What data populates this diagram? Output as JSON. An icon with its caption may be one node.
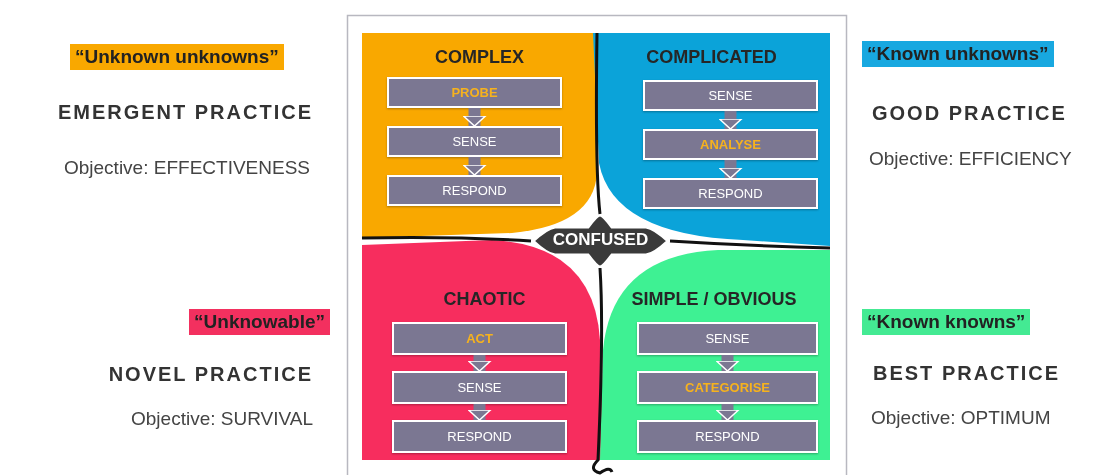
{
  "diagram": {
    "nodes": [
      {
        "text": [
          "COMPLEX"
        ]
      },
      {
        "text": [
          "PROBE"
        ],
        "in": 0
      },
      {
        "text": [
          "SENSE"
        ],
        "in": 0
      },
      {
        "text": [
          "RESPOND"
        ],
        "in": 0
      },
      {
        "text": [
          "COMPLICATED"
        ]
      },
      {
        "text": [
          "SENSE"
        ],
        "in": 4
      },
      {
        "text": [
          "ANALYSE"
        ],
        "in": 4
      },
      {
        "text": [
          "RESPOND"
        ],
        "in": 4
      },
      {
        "text": [
          "CONFUSED"
        ]
      },
      {
        "text": [
          "CHAOTIC"
        ]
      },
      {
        "text": [
          "ACT"
        ],
        "in": 9
      },
      {
        "text": [
          "SENSE"
        ],
        "in": 9
      },
      {
        "text": [
          "RESPOND"
        ],
        "in": 9
      },
      {
        "text": [
          "SIMPLE / OBVIOUS"
        ]
      },
      {
        "text": [
          "SENSE"
        ],
        "in": 13
      },
      {
        "text": [
          "CATEGORISE"
        ],
        "in": 13
      },
      {
        "text": [
          "RESPOND"
        ],
        "in": 13
      }
    ],
    "edges": [
      {
        "from": 1,
        "to": 2,
        "arrow": "to"
      },
      {
        "from": 2,
        "to": 3,
        "arrow": "to"
      },
      {
        "from": 5,
        "to": 6,
        "arrow": "to"
      },
      {
        "from": 6,
        "to": 7,
        "arrow": "to"
      },
      {
        "from": 10,
        "to": 11,
        "arrow": "to"
      },
      {
        "from": 11,
        "to": 12,
        "arrow": "to"
      },
      {
        "from": 14,
        "to": 15,
        "arrow": "to"
      },
      {
        "from": 15,
        "to": 16,
        "arrow": "to"
      }
    ],
    "labels": [
      "“Unknown unknowns”",
      "“Known unknowns”",
      "EMERGENT PRACTICE",
      "GOOD PRACTICE",
      "Objective: EFFECTIVENESS",
      "Objective: EFFICIENCY",
      "“Unknowable”",
      "“Known knowns”",
      "NOVEL PRACTICE",
      "BEST PRACTICE",
      "Objective: SURVIVAL",
      "Objective: OPTIMUM"
    ]
  }
}
